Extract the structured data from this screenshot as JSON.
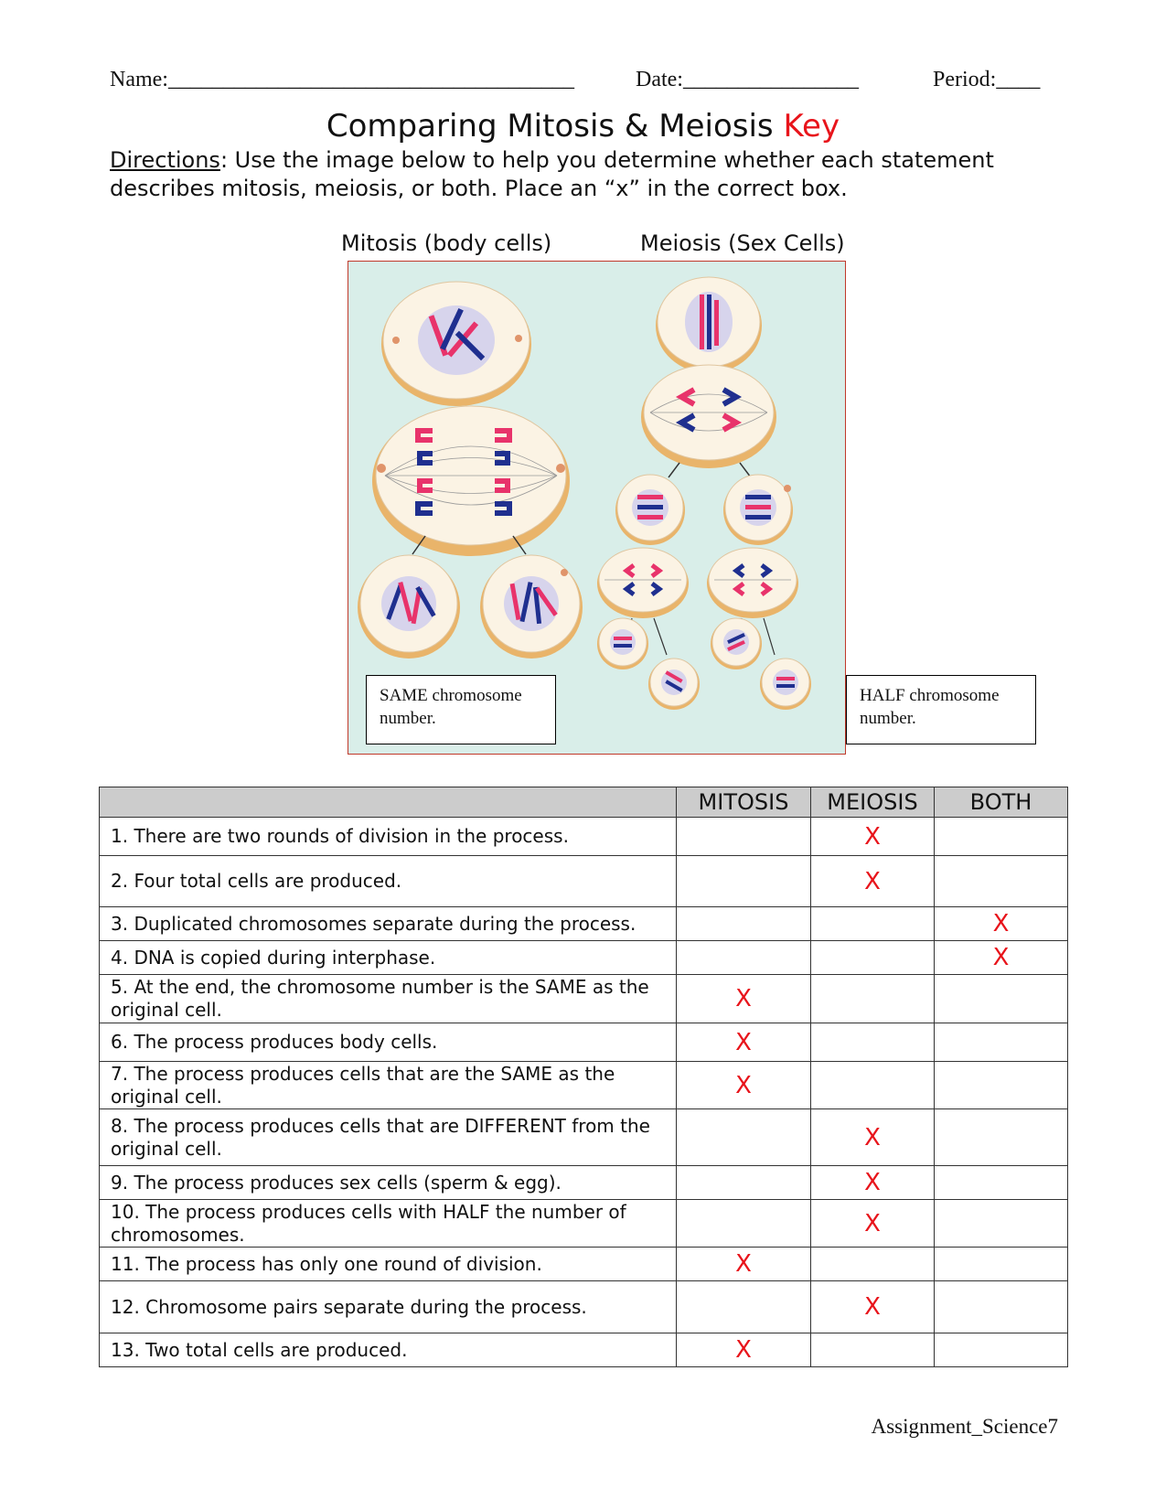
{
  "header": {
    "name_label": "Name:_____________________________________",
    "date_label": "Date:________________",
    "period_label": "Period:____"
  },
  "title": {
    "main": "Comparing Mitosis & Meiosis",
    "key": "Key"
  },
  "directions": {
    "label": "Directions",
    "text": ": Use the image below to help you determine whether each statement describes mitosis, meiosis, or both.  Place an “x” in the correct box."
  },
  "figure": {
    "left_heading": "Mitosis (body cells)",
    "right_heading": "Meiosis (Sex Cells)",
    "left_note": "SAME chromosome number.",
    "right_note": "HALF chromosome number.",
    "colors": {
      "background": "#d9eee9",
      "border": "#c0392b",
      "chromosome_red": "#e8336b",
      "chromosome_blue": "#1f2f8f",
      "cell_rim": "#f0c98a"
    }
  },
  "table": {
    "headers": [
      "",
      "MITOSIS",
      "MEIOSIS",
      "BOTH"
    ],
    "mark_color": "#e8141b",
    "rows": [
      {
        "statement": "1. There are two rounds of division in the process.",
        "mitosis": "",
        "meiosis": "X",
        "both": ""
      },
      {
        "statement": "2. Four total cells are produced.",
        "mitosis": "",
        "meiosis": "X",
        "both": ""
      },
      {
        "statement": "3. Duplicated chromosomes separate during the process.",
        "mitosis": "",
        "meiosis": "",
        "both": "X"
      },
      {
        "statement": "4. DNA is copied during interphase.",
        "mitosis": "",
        "meiosis": "",
        "both": "X"
      },
      {
        "statement": "5. At the end, the chromosome number is the SAME as the original cell.",
        "mitosis": "X",
        "meiosis": "",
        "both": ""
      },
      {
        "statement": "6. The process produces body cells.",
        "mitosis": "X",
        "meiosis": "",
        "both": ""
      },
      {
        "statement": "7. The process produces cells that are the SAME as the original cell.",
        "mitosis": "X",
        "meiosis": "",
        "both": ""
      },
      {
        "statement": "8. The process produces cells that are DIFFERENT from the original cell.",
        "mitosis": "",
        "meiosis": "X",
        "both": ""
      },
      {
        "statement": "9. The process produces sex cells (sperm & egg).",
        "mitosis": "",
        "meiosis": "X",
        "both": ""
      },
      {
        "statement": "10. The process produces cells with HALF the number of chromosomes.",
        "mitosis": "",
        "meiosis": "X",
        "both": ""
      },
      {
        "statement": "11. The process has only one round of division.",
        "mitosis": "X",
        "meiosis": "",
        "both": ""
      },
      {
        "statement": "12. Chromosome pairs separate during the process.",
        "mitosis": "",
        "meiosis": "X",
        "both": ""
      },
      {
        "statement": "13. Two total cells are produced.",
        "mitosis": "X",
        "meiosis": "",
        "both": ""
      }
    ]
  },
  "footer": {
    "text": "Assignment_Science7"
  }
}
